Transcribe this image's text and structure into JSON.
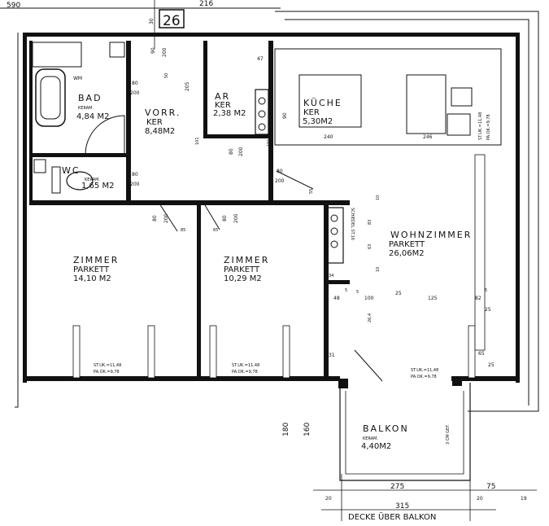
{
  "plan": {
    "unit_number": "26",
    "rooms": [
      {
        "key": "bad",
        "name": "BAD",
        "floor": "KERAM.",
        "area": "4,84 M2"
      },
      {
        "key": "vorr",
        "name": "VORR.",
        "floor": "KER",
        "area": "8,48M2"
      },
      {
        "key": "ar",
        "name": "AR",
        "floor": "KER",
        "area": "2,38 M2"
      },
      {
        "key": "kueche",
        "name": "KÜCHE",
        "floor": "KER",
        "area": "5,30M2"
      },
      {
        "key": "wc",
        "name": "WC",
        "floor": "KERAM.",
        "area": "1,65 M2"
      },
      {
        "key": "wohnzimmer",
        "name": "WOHNZIMMER",
        "floor": "PARKETT",
        "area": "26,06M2"
      },
      {
        "key": "zimmer1",
        "name": "ZIMMER",
        "floor": "PARKETT",
        "area": "14,10 M2"
      },
      {
        "key": "zimmer2",
        "name": "ZIMMER",
        "floor": "PARKETT",
        "area": "10,29 M2"
      },
      {
        "key": "balkon",
        "name": "BALKON",
        "floor": "KERAM.",
        "area": "4,40M2"
      }
    ],
    "labels": {
      "wm": "WM",
      "schiedel": "SCHIEDEL ST.16",
      "gefaelle": "3 CM GEF.",
      "decke": "DECKE ÜBER BALKON"
    },
    "window_notes": {
      "st_uk": "ST.UK.=11,48",
      "pa_ok": "PA.OK.=9,78"
    },
    "dimensions": {
      "top_590": "590",
      "top_216": "216",
      "d30": "30",
      "d90a": "90",
      "d200a": "200",
      "d50": "50",
      "d205": "205",
      "d47": "47",
      "d90b": "90",
      "d240": "240",
      "d246": "246",
      "d80a": "80",
      "d200b": "200",
      "d101a": "101",
      "d101b": "101",
      "d80b": "80",
      "d200c": "200",
      "d80c": "80",
      "d200d": "200",
      "d80d": "80",
      "d200e": "200",
      "d55": "55",
      "d80e": "80",
      "d200f": "200",
      "d85": "85",
      "d65": "65",
      "d80f": "80",
      "d200g": "200",
      "d10a": "10",
      "d83": "83",
      "d63": "63",
      "d10b": "10",
      "d34": "34",
      "d5a": "5",
      "d48": "48",
      "d5b": "5",
      "d100": "100",
      "d25a": "25",
      "d125": "125",
      "d82": "82",
      "d5c": "5",
      "d25b": "25",
      "d264": "26,4",
      "d31": "31",
      "d65b": "65",
      "d25c": "25",
      "d180": "180",
      "d160": "160",
      "d275": "275",
      "d75": "75",
      "d20a": "20",
      "d20b": "20",
      "d19": "19",
      "d315": "315"
    }
  }
}
